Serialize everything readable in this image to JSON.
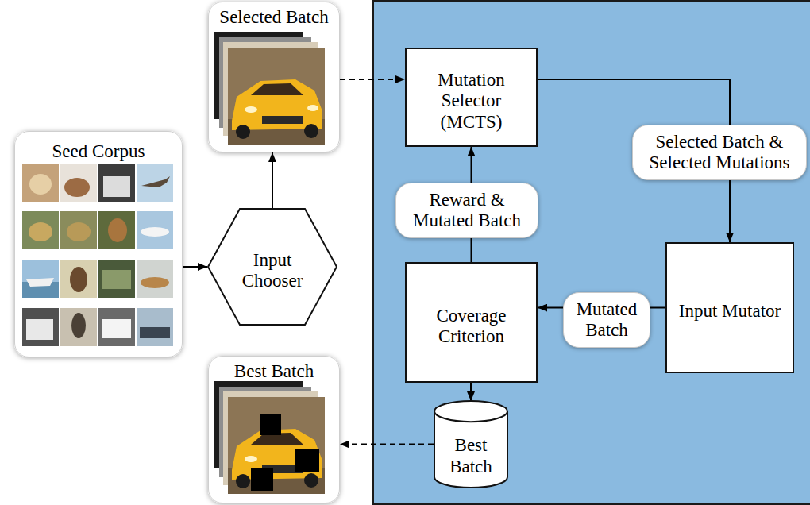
{
  "diagram": {
    "nodes": [
      {
        "text": [
          "Seed Corpus"
        ]
      },
      {
        "text": [
          "Input Chooser"
        ]
      },
      {
        "text": [
          "Selected Batch"
        ]
      },
      {
        "text": [
          "Mutation Selector (MCTS)"
        ]
      },
      {
        "text": [
          "Input Mutator"
        ]
      },
      {
        "text": [
          "Coverage Criterion"
        ]
      },
      {
        "text": [
          "Best Batch"
        ]
      },
      {
        "text": [
          "Best Batch"
        ]
      }
    ],
    "edges": [
      {
        "from": 0,
        "to": 1,
        "arrow": "to"
      },
      {
        "from": 1,
        "to": 2,
        "arrow": "to"
      },
      {
        "from": 2,
        "to": 3,
        "arrow": "to"
      },
      {
        "from": 3,
        "to": 4,
        "label": "Selected Batch & Selected Mutations",
        "arrow": "to"
      },
      {
        "from": 4,
        "to": 5,
        "label": "Mutated Batch",
        "arrow": "to"
      },
      {
        "from": 5,
        "to": 3,
        "label": "Reward & Mutated Batch",
        "arrow": "to"
      },
      {
        "from": 5,
        "to": 6,
        "arrow": "to"
      },
      {
        "from": 6,
        "to": 7,
        "arrow": "to"
      }
    ]
  }
}
